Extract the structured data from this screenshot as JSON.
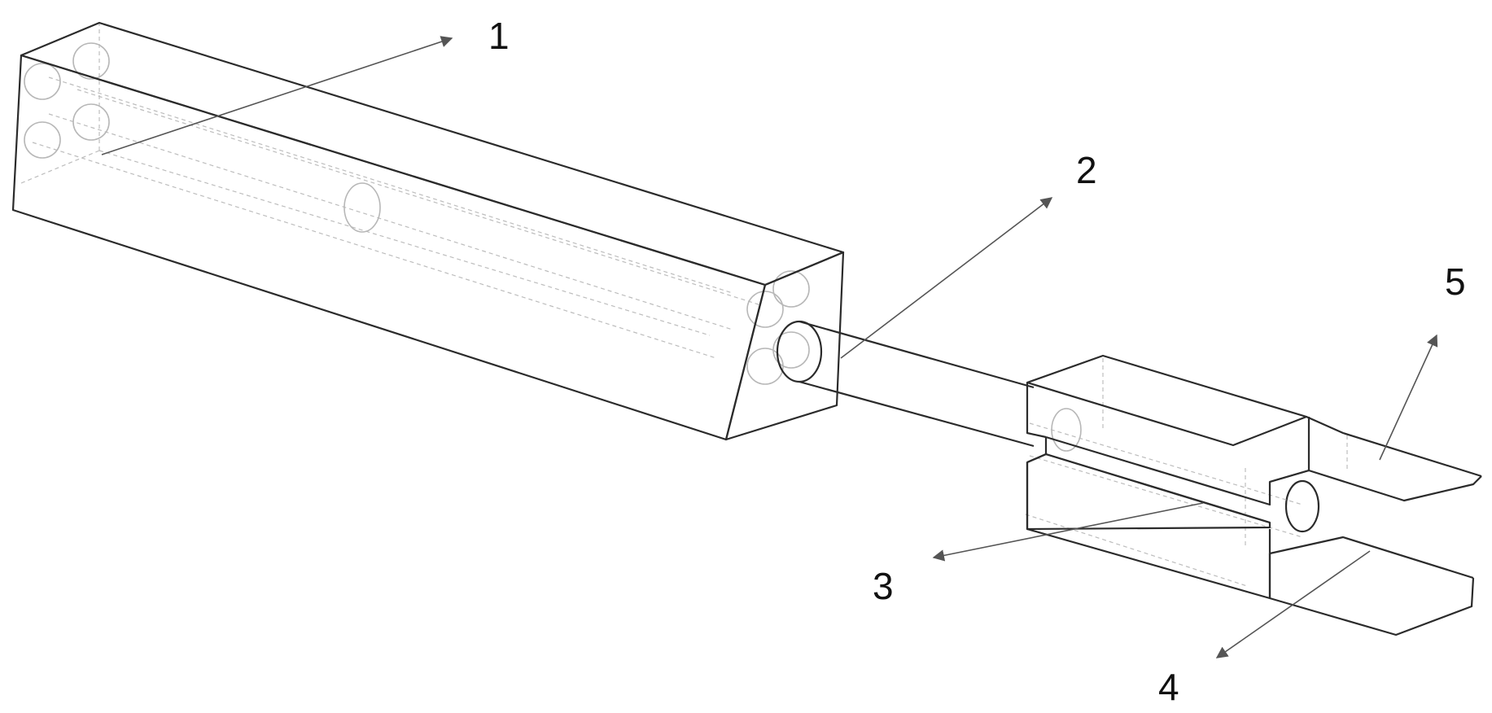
{
  "callouts": [
    {
      "id": "1",
      "label": "1"
    },
    {
      "id": "2",
      "label": "2"
    },
    {
      "id": "3",
      "label": "3"
    },
    {
      "id": "4",
      "label": "4"
    },
    {
      "id": "5",
      "label": "5"
    }
  ],
  "colors": {
    "outline": "#2b2b2b",
    "hidden_line": "#bdbdbd",
    "leader": "#555555",
    "label": "#111111"
  }
}
